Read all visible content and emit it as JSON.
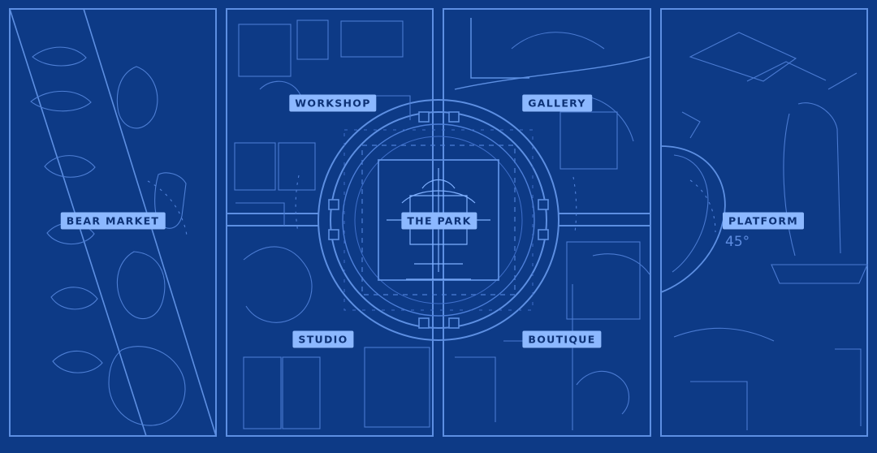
{
  "labels": {
    "bear_market": "BEAR MARKET",
    "workshop": "WORKSHOP",
    "gallery": "GALLERY",
    "the_park": "THE PARK",
    "platform": "PLATFORM",
    "studio": "STUDIO",
    "boutique": "BOUTIQUE",
    "platform_angle": "45°"
  },
  "colors": {
    "background": "#0d3a86",
    "line_primary": "#5d8fe2",
    "line_secondary": "#3f6fca",
    "line_faint": "#2d5ab4",
    "label_bg": "#8cb8ff",
    "label_text": "#0d3276"
  }
}
